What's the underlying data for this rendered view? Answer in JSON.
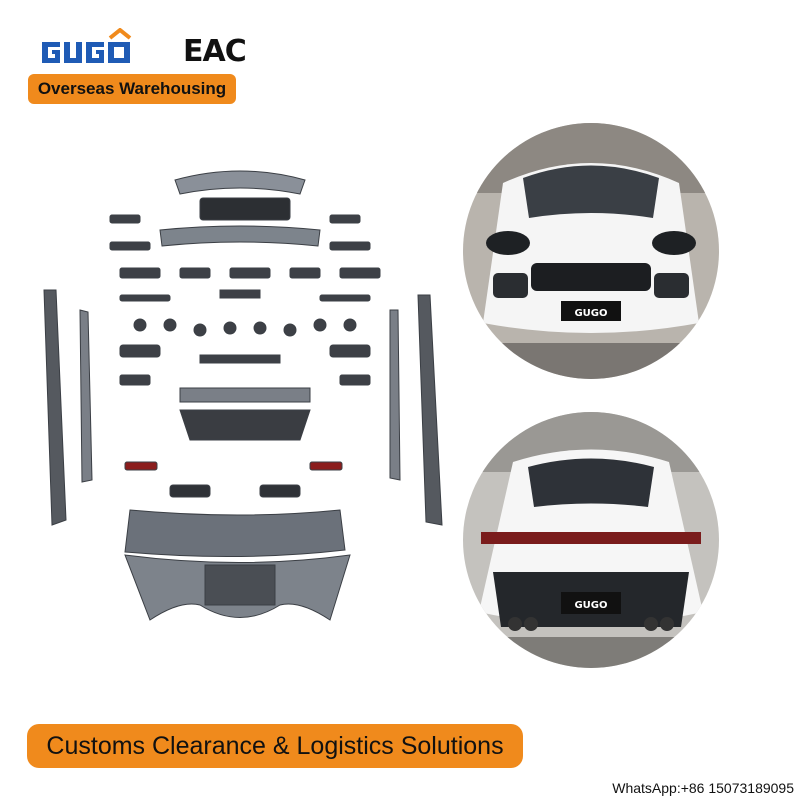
{
  "brand": {
    "logo_text": "GUGO",
    "cert_mark": "EAC",
    "accent_color": "#f08a1c",
    "logo_color": "#1f5bb5"
  },
  "banner_top": {
    "label": "Overseas Warehousing"
  },
  "product": {
    "front_plate_text": "GUGO",
    "rear_plate_text": "GUGO"
  },
  "banner_bottom": {
    "label": "Customs Clearance & Logistics Solutions"
  },
  "contact": {
    "whatsapp": "WhatsApp:+86 15073189095"
  }
}
